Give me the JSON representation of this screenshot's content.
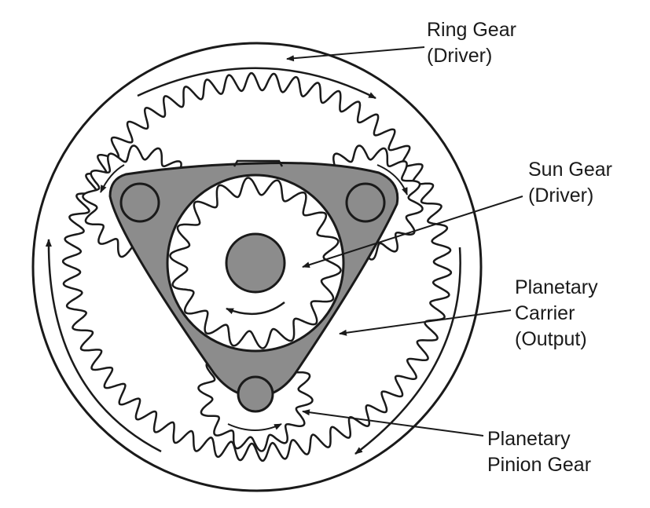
{
  "labels": {
    "ring_gear": [
      "Ring Gear",
      "(Driver)"
    ],
    "sun_gear": [
      "Sun Gear",
      "(Driver)"
    ],
    "planetary_carrier": [
      "Planetary",
      "Carrier",
      "(Output)"
    ],
    "planetary_pinion_gear": [
      "Planetary",
      "Pinion Gear"
    ]
  },
  "colors": {
    "ink": "#1a1a1a",
    "carrier_fill": "#8c8c8c",
    "background": "#ffffff",
    "gear_fill": "#ffffff"
  }
}
